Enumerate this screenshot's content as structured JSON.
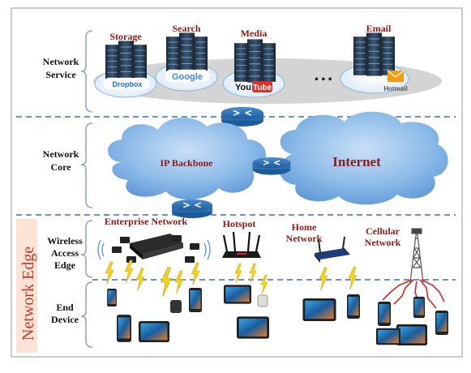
{
  "layers": {
    "network_service": [
      "Network",
      "Service"
    ],
    "network_core": [
      "Network",
      "Core"
    ],
    "wireless_access_edge": [
      "Wireless",
      "Access",
      "Edge"
    ],
    "end_device": [
      "End",
      "Device"
    ],
    "network_edge": "Network Edge"
  },
  "services": {
    "storage": "Storage",
    "search": "Search",
    "media": "Media",
    "email": "Email",
    "ellipsis": "•  •  •"
  },
  "logos": {
    "dropbox": "Dropbox",
    "google": "Google",
    "youtube_you": "You",
    "youtube_tube": "Tube",
    "hotmail": "Hotmail"
  },
  "core": {
    "ip_backbone": "IP Backbone",
    "internet": "Internet"
  },
  "access": {
    "enterprise": "Enterprise Network",
    "hotspot": "Hotspot",
    "home": [
      "Home",
      "Network"
    ],
    "cellular": [
      "Cellular",
      "Network"
    ]
  },
  "colors": {
    "cloud": "#7fb2e5",
    "dashed_line": "#6b93c4",
    "service_label": "#8b1a1a",
    "network_edge_text": "#c0392b",
    "network_edge_bg": "#fbe4d5",
    "router": "#2e6fb0",
    "lightning": "#f5d31a"
  }
}
